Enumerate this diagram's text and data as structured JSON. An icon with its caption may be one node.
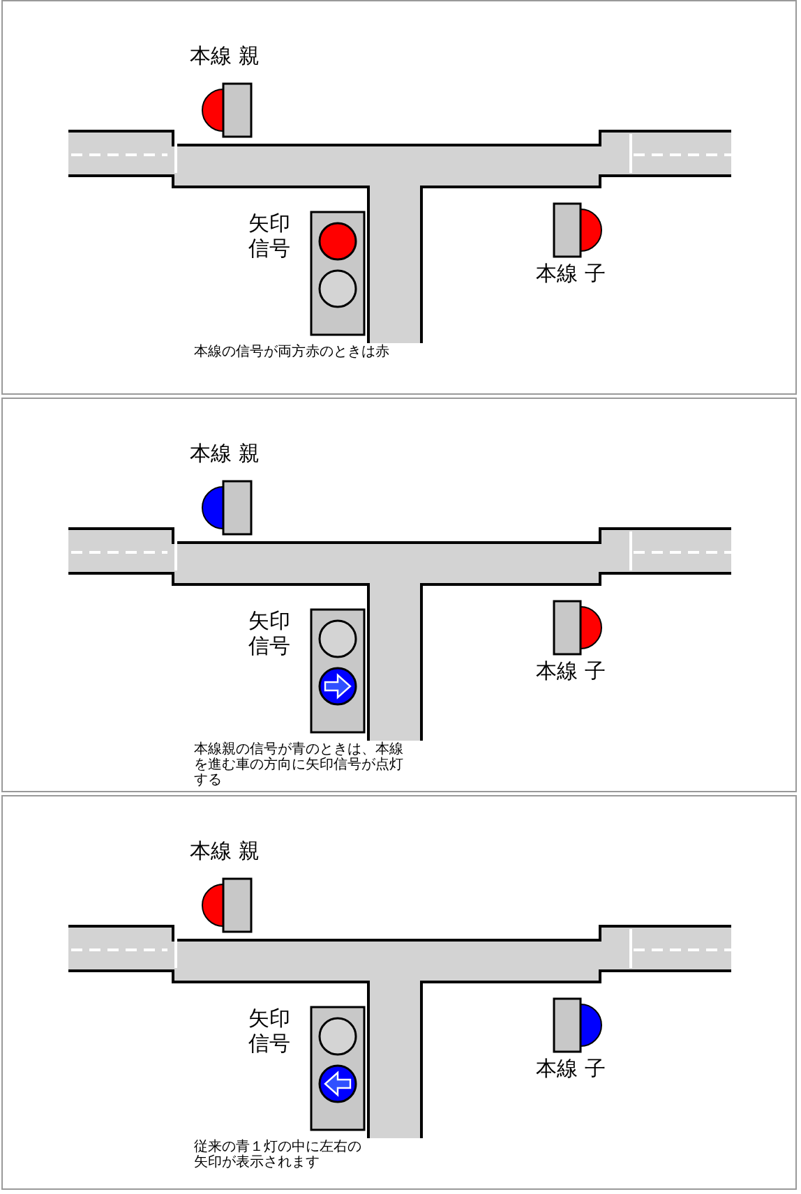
{
  "diagram": {
    "nodes": [
      {
        "text": [
          "本線の信号が両方赤のときは赤"
        ]
      },
      {
        "text": [
          "本線 親"
        ],
        "in": 0
      },
      {
        "text": [
          "矢印信号"
        ],
        "in": 0
      },
      {
        "text": [
          "本線 子"
        ],
        "in": 0
      },
      {
        "text": [
          "本線親の信号が青のときは、本線を進む車の方向に矢印信号が点灯する"
        ]
      },
      {
        "text": [
          "本線 親"
        ],
        "in": 4
      },
      {
        "text": [
          "矢印信号"
        ],
        "in": 4
      },
      {
        "text": [
          "本線 子"
        ],
        "in": 4
      },
      {
        "text": [
          "従来の青１灯の中に左右の矢印が表示されます"
        ]
      },
      {
        "text": [
          "本線 親"
        ],
        "in": 8
      },
      {
        "text": [
          "矢印信号"
        ],
        "in": 8
      },
      {
        "text": [
          "本線 子"
        ],
        "in": 8
      }
    ]
  }
}
